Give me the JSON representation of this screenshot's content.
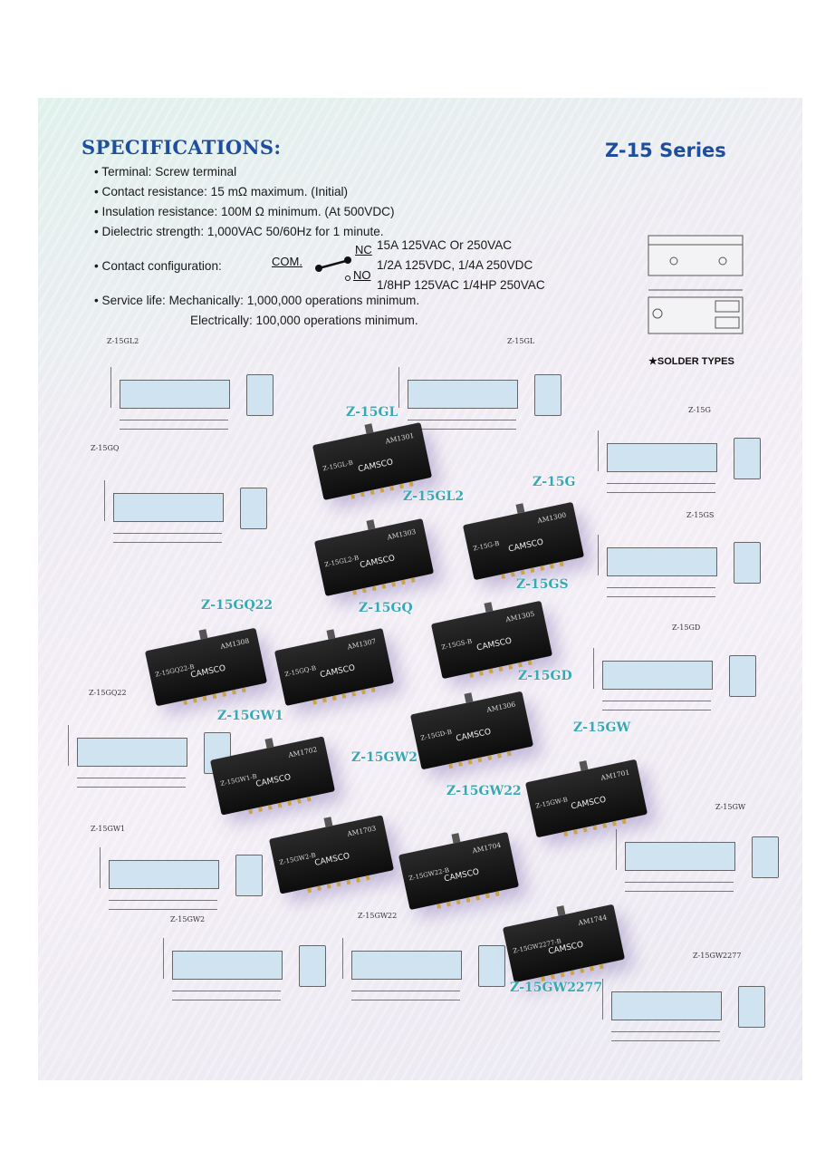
{
  "header": {
    "specs_title": "SPECIFICATIONS:",
    "series_title": "Z-15 Series"
  },
  "specs": {
    "terminal": "• Terminal: Screw terminal",
    "contact_resistance": "• Contact resistance: 15 mΩ maximum. (Initial)",
    "insulation_resistance": "• Insulation resistance: 100M Ω minimum. (At 500VDC)",
    "dielectric_strength": "• Dielectric strength: 1,000VAC 50/60Hz for 1 minute.",
    "contact_configuration": "• Contact configuration:",
    "com": "COM.",
    "nc": "NC",
    "no": "NO",
    "ratings": [
      "15A 125VAC Or 250VAC",
      "1/2A 125VDC, 1/4A 250VDC",
      "1/8HP 125VAC 1/4HP 250VAC"
    ],
    "service_life_mech": "• Service life: Mechanically: 1,000,000 operations minimum.",
    "service_life_elec": "Electrically: 100,000 operations minimum."
  },
  "solder_types_label": "★SOLDER TYPES",
  "brand": "CAMSCO",
  "photos": [
    {
      "label": "Z-15GL",
      "code": "Z-15GL-B",
      "am": "AM1301"
    },
    {
      "label": "Z-15GL2",
      "code": "Z-15GL2-B",
      "am": "AM1303"
    },
    {
      "label": "Z-15G",
      "code": "Z-15G-B",
      "am": "AM1300"
    },
    {
      "label": "Z-15GQ22",
      "code": "Z-15GQ22-B",
      "am": "AM1308"
    },
    {
      "label": "Z-15GQ",
      "code": "Z-15GQ-B",
      "am": "AM1307"
    },
    {
      "label": "Z-15GS",
      "code": "Z-15GS-B",
      "am": "AM1305"
    },
    {
      "label": "Z-15GD",
      "code": "Z-15GD-B",
      "am": "AM1306"
    },
    {
      "label": "Z-15GW1",
      "code": "Z-15GW1-B",
      "am": "AM1702"
    },
    {
      "label": "Z-15GW2",
      "code": "Z-15GW2-B",
      "am": "AM1703"
    },
    {
      "label": "Z-15GW22",
      "code": "Z-15GW22-B",
      "am": "AM1704"
    },
    {
      "label": "Z-15GW",
      "code": "Z-15GW-B",
      "am": "AM1701"
    },
    {
      "label": "Z-15GW2277",
      "code": "Z-15GW2277-B",
      "am": "AM1744"
    }
  ],
  "drawings": [
    "Z-15GL2",
    "Z-15GL",
    "Z-15G",
    "Z-15GQ",
    "Z-15GS",
    "Z-15GD",
    "Z-15GQ22",
    "Z-15GW",
    "Z-15GW1",
    "Z-15GW2",
    "Z-15GW22",
    "Z-15GW2277"
  ],
  "colors": {
    "title": "#1f4f9c",
    "model_label": "#3aa8b4",
    "switch_body": "#111111"
  }
}
